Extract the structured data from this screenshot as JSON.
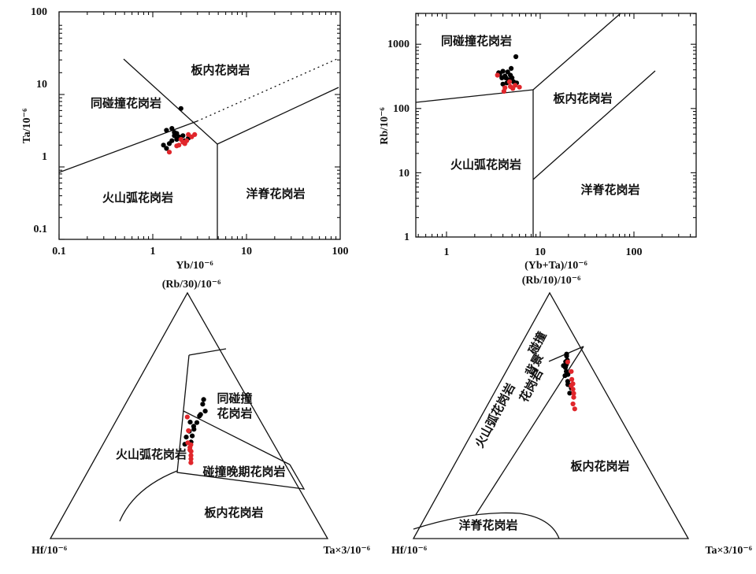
{
  "chart_data": [
    {
      "type": "scatter",
      "scale": "log-log",
      "xlabel": "Yb/10⁻⁶",
      "ylabel": "Ta/10⁻⁶",
      "xlim": [
        0.1,
        100
      ],
      "ylim": [
        0.1,
        100
      ],
      "x_tick_labels": [
        "0.1",
        "1",
        "10",
        "100"
      ],
      "y_tick_labels": [
        "0.1",
        "1",
        "10",
        "100"
      ],
      "fields": [
        "板内花岗岩",
        "同碰撞花岗岩",
        "火山弧花岗岩",
        "洋脊花岗岩"
      ],
      "point_colors": {
        "black": "#000000",
        "red": "#e0262b"
      },
      "series": [
        {
          "color": "black",
          "points": [
            [
              2.0,
              6.4
            ],
            [
              1.4,
              3.2
            ],
            [
              1.6,
              3.4
            ],
            [
              1.7,
              2.7
            ],
            [
              1.9,
              2.6
            ],
            [
              2.1,
              2.7
            ],
            [
              1.8,
              2.4
            ],
            [
              1.6,
              2.3
            ],
            [
              1.5,
              2.1
            ],
            [
              1.3,
              2.0
            ],
            [
              2.2,
              2.3
            ],
            [
              1.7,
              3.0
            ],
            [
              2.4,
              2.5
            ],
            [
              1.8,
              2.9
            ],
            [
              1.4,
              1.8
            ]
          ]
        },
        {
          "color": "red",
          "points": [
            [
              1.9,
              2.0
            ],
            [
              2.1,
              2.2
            ],
            [
              2.3,
              2.3
            ],
            [
              2.6,
              2.6
            ],
            [
              2.4,
              2.8
            ],
            [
              2.0,
              2.4
            ],
            [
              2.2,
              2.1
            ],
            [
              1.5,
              1.6
            ],
            [
              2.8,
              2.8
            ],
            [
              1.8,
              1.95
            ]
          ]
        }
      ]
    },
    {
      "type": "scatter",
      "scale": "log-log",
      "xlabel": "(Yb+Ta)/10⁻⁶",
      "ylabel": "Rb/10⁻⁶",
      "xlim": [
        0.5,
        400
      ],
      "ylim": [
        1,
        3000
      ],
      "x_tick_labels": [
        "1",
        "10",
        "100"
      ],
      "y_tick_labels": [
        "1",
        "10",
        "100",
        "1000"
      ],
      "fields": [
        "同碰撞花岗岩",
        "板内花岗岩",
        "火山弧花岗岩",
        "洋脊花岗岩"
      ],
      "point_colors": {
        "black": "#000000",
        "red": "#e0262b"
      },
      "series": [
        {
          "color": "black",
          "points": [
            [
              5.5,
              640
            ],
            [
              3.6,
              360
            ],
            [
              4.0,
              380
            ],
            [
              4.5,
              370
            ],
            [
              4.8,
              330
            ],
            [
              5.0,
              300
            ],
            [
              4.2,
              320
            ],
            [
              3.9,
              300
            ],
            [
              4.6,
              280
            ],
            [
              5.2,
              260
            ],
            [
              4.4,
              250
            ],
            [
              4.0,
              240
            ],
            [
              3.7,
              340
            ],
            [
              4.9,
              420
            ],
            [
              4.3,
              300
            ],
            [
              5.6,
              250
            ]
          ]
        },
        {
          "color": "red",
          "points": [
            [
              3.5,
              330
            ],
            [
              4.7,
              260
            ],
            [
              5.4,
              230
            ],
            [
              6.0,
              215
            ],
            [
              4.2,
              210
            ],
            [
              5.1,
              205
            ],
            [
              4.1,
              185
            ],
            [
              4.8,
              220
            ]
          ]
        }
      ]
    },
    {
      "type": "ternary",
      "apex_labels": {
        "top": "(Rb/30)/10⁻⁶",
        "left": "Hf/10⁻⁶",
        "right": "Ta×3/10⁻⁶"
      },
      "fields": [
        "同碰撞花岗岩",
        "火山弧花岗岩",
        "碰撞晚期花岗岩",
        "板内花岗岩"
      ],
      "fields_display": {
        "syn": [
          "同碰撞",
          "花岗岩"
        ],
        "va": "火山弧花岗岩",
        "late": "碰撞晚期花岗岩",
        "wp": "板内花岗岩"
      },
      "point_colors": {
        "black": "#000000",
        "red": "#e0262b"
      },
      "series": [
        {
          "color": "black",
          "points": [
            [
              0.566,
              0.161,
              0.273
            ],
            [
              0.547,
              0.174,
              0.279
            ],
            [
              0.519,
              0.179,
              0.302
            ],
            [
              0.505,
              0.203,
              0.292
            ],
            [
              0.499,
              0.21,
              0.291
            ],
            [
              0.472,
              0.233,
              0.295
            ],
            [
              0.474,
              0.256,
              0.27
            ],
            [
              0.457,
              0.252,
              0.291
            ],
            [
              0.437,
              0.278,
              0.285
            ],
            [
              0.445,
              0.257,
              0.298
            ],
            [
              0.418,
              0.277,
              0.305
            ],
            [
              0.393,
              0.294,
              0.313
            ],
            [
              0.413,
              0.301,
              0.286
            ],
            [
              0.384,
              0.321,
              0.295
            ]
          ]
        },
        {
          "color": "red",
          "points": [
            [
              0.495,
              0.256,
              0.249
            ],
            [
              0.439,
              0.28,
              0.281
            ],
            [
              0.39,
              0.307,
              0.303
            ],
            [
              0.382,
              0.3,
              0.318
            ],
            [
              0.371,
              0.309,
              0.32
            ],
            [
              0.361,
              0.314,
              0.325
            ],
            [
              0.355,
              0.313,
              0.332
            ],
            [
              0.338,
              0.322,
              0.34
            ],
            [
              0.324,
              0.329,
              0.347
            ],
            [
              0.309,
              0.337,
              0.354
            ]
          ]
        }
      ]
    },
    {
      "type": "ternary",
      "apex_labels": {
        "top": "(Rb/10)/10⁻⁶",
        "left": "Hf/10⁻⁶",
        "right": "Ta×3/10⁻⁶"
      },
      "fields": [
        "碰撞背景花岗岩",
        "火山弧花岗岩",
        "板内花岗岩",
        "洋脊花岗岩"
      ],
      "fields_display": {
        "col": [
          "碰撞",
          "背景",
          "花岗岩"
        ],
        "va": "火山弧花岗岩",
        "wp": "板内花岗岩",
        "or": "洋脊花岗岩"
      },
      "point_colors": {
        "black": "#000000",
        "red": "#e0262b"
      },
      "series": [
        {
          "color": "black",
          "points": [
            [
              0.751,
              0.064,
              0.185
            ],
            [
              0.743,
              0.068,
              0.189
            ],
            [
              0.726,
              0.074,
              0.2
            ],
            [
              0.72,
              0.083,
              0.197
            ],
            [
              0.71,
              0.085,
              0.205
            ],
            [
              0.702,
              0.092,
              0.206
            ],
            [
              0.696,
              0.096,
              0.208
            ],
            [
              0.68,
              0.101,
              0.219
            ],
            [
              0.668,
              0.101,
              0.231
            ],
            [
              0.663,
              0.114,
              0.223
            ],
            [
              0.64,
              0.116,
              0.244
            ],
            [
              0.627,
              0.122,
              0.251
            ],
            [
              0.624,
              0.115,
              0.261
            ],
            [
              0.612,
              0.117,
              0.271
            ],
            [
              0.592,
              0.133,
              0.275
            ],
            [
              0.704,
              0.099,
              0.197
            ]
          ]
        },
        {
          "color": "red",
          "points": [
            [
              0.719,
              0.076,
              0.205
            ],
            [
              0.68,
              0.083,
              0.237
            ],
            [
              0.648,
              0.097,
              0.255
            ],
            [
              0.622,
              0.112,
              0.266
            ],
            [
              0.608,
              0.113,
              0.279
            ],
            [
              0.591,
              0.119,
              0.29
            ],
            [
              0.575,
              0.127,
              0.298
            ],
            [
              0.548,
              0.143,
              0.309
            ],
            [
              0.528,
              0.147,
              0.325
            ],
            [
              0.63,
              0.102,
              0.268
            ]
          ]
        }
      ]
    }
  ]
}
